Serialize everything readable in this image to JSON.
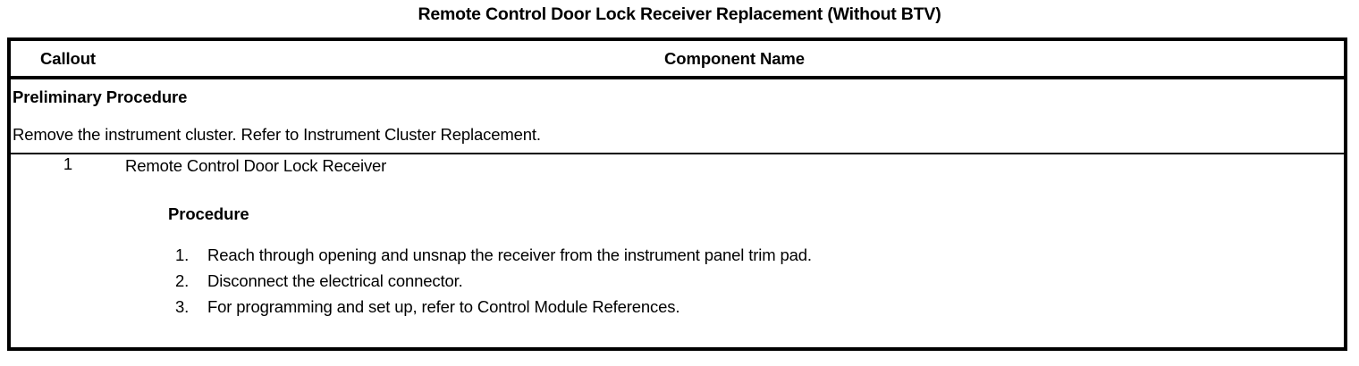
{
  "document": {
    "title": "Remote Control Door Lock Receiver Replacement (Without BTV)"
  },
  "table": {
    "headers": {
      "callout": "Callout",
      "component_name": "Component Name"
    },
    "preliminary": {
      "heading": "Preliminary Procedure",
      "text": "Remove the instrument cluster. Refer to Instrument Cluster Replacement."
    },
    "rows": [
      {
        "callout": "1",
        "component_name": "Remote Control Door Lock Receiver",
        "procedure_heading": "Procedure",
        "steps": [
          "Reach through opening and unsnap the receiver from the instrument panel trim pad.",
          "Disconnect the electrical connector.",
          "For programming and set up, refer to Control Module References."
        ]
      }
    ]
  },
  "colors": {
    "border": "#000000",
    "text": "#000000",
    "background": "#ffffff"
  }
}
